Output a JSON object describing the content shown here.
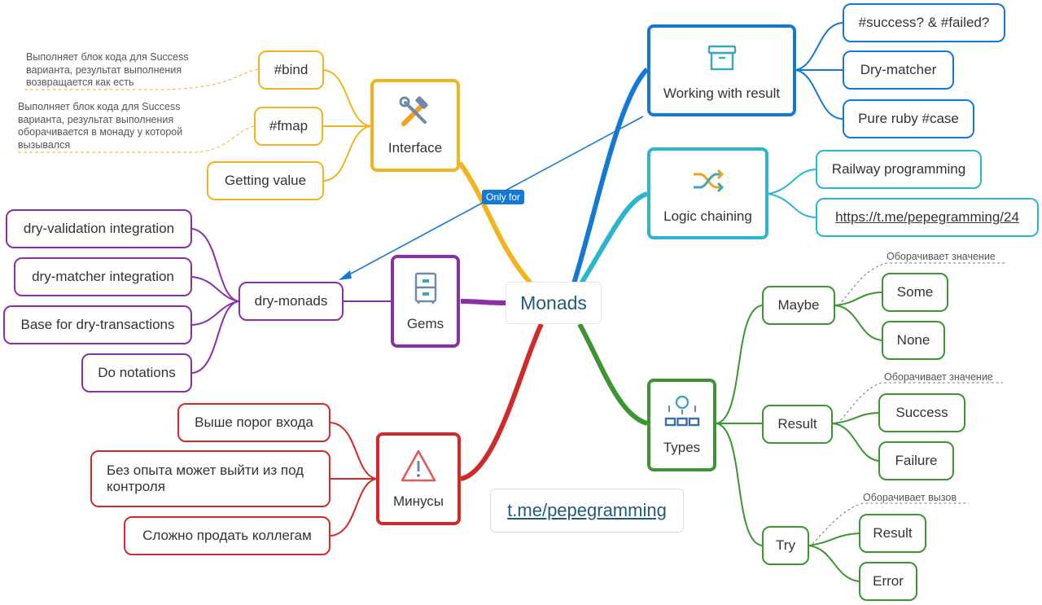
{
  "center": {
    "label": "Monads"
  },
  "interface": {
    "color": "#f2b41e",
    "title": "Interface",
    "children": [
      "#bind",
      "#fmap",
      "Getting value"
    ],
    "notes": [
      "Выполняет блок кода для Success варианта, результат выполнения возвращается как есть",
      "Выполняет блок кода для Success варианта, результат выполнения оборачивается в монаду у которой вызывался"
    ]
  },
  "working": {
    "color": "#1479d4",
    "title": "Working with result",
    "children": [
      "#success? & #failed?",
      "Dry-matcher",
      "Pure ruby #case"
    ],
    "relation_label": "Only for"
  },
  "logic": {
    "color": "#2bb5cf",
    "title": "Logic chaining",
    "children": [
      "Railway programming",
      "https://t.me/pepegramming/24"
    ]
  },
  "gems": {
    "color": "#8a2fa8",
    "title": "Gems",
    "sub": "dry-monads",
    "children": [
      "dry-validation integration",
      "dry-matcher integration",
      "Base for dry-transactions",
      "Do notations"
    ]
  },
  "types": {
    "color": "#3c9433",
    "title": "Types",
    "groups": [
      {
        "label": "Maybe",
        "note": "Оборачивает значение",
        "children": [
          "Some",
          "None"
        ]
      },
      {
        "label": "Result",
        "note": "Оборачивает значение",
        "children": [
          "Success",
          "Failure"
        ]
      },
      {
        "label": "Try",
        "note": "Оборачивает вызов",
        "children": [
          "Result",
          "Error"
        ]
      }
    ]
  },
  "minusy": {
    "color": "#d12a2a",
    "title": "Минусы",
    "children": [
      "Выше порог входа",
      "Без опыта может выйти из под контроля",
      "Сложно продать коллегам"
    ]
  },
  "footer_link": "t.me/pepegramming"
}
